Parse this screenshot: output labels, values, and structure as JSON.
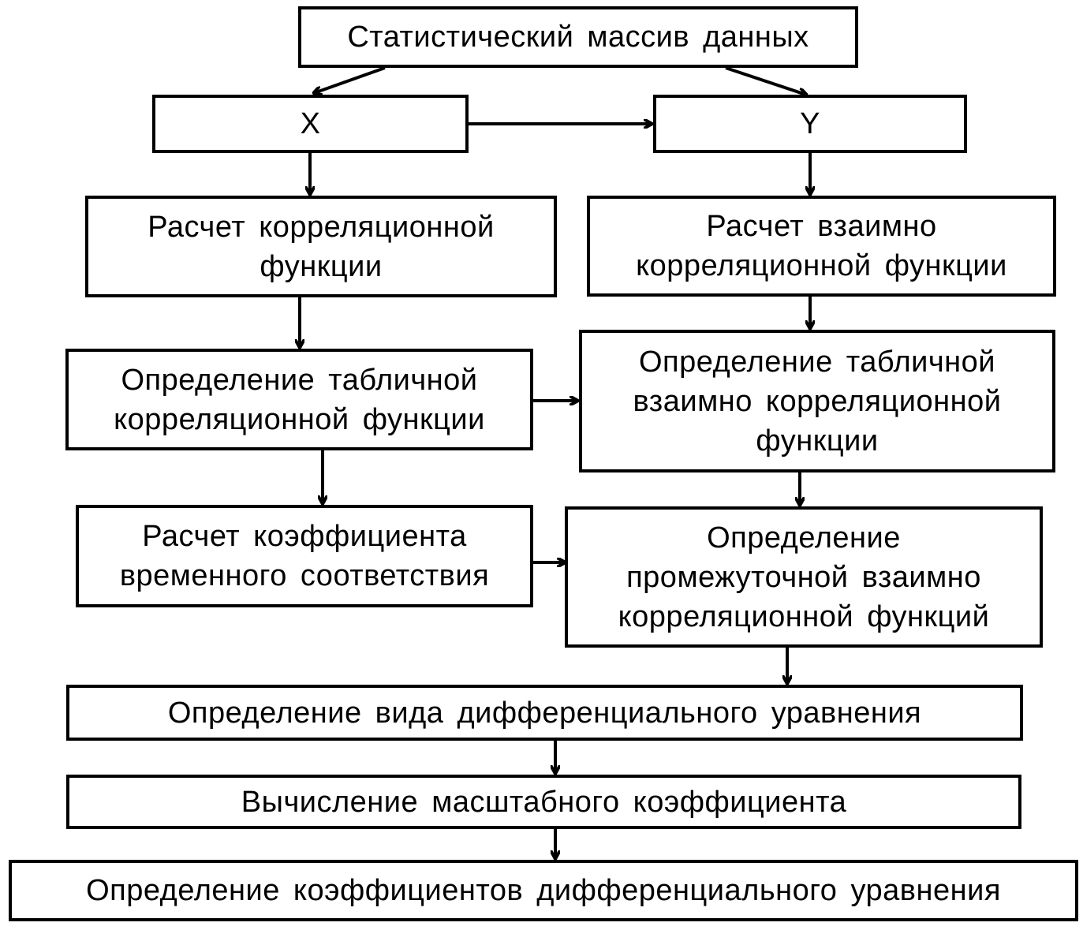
{
  "colors": {
    "stroke": "#000000",
    "background": "#ffffff",
    "text": "#000000"
  },
  "nodes": {
    "stat_array": "Статистический массив данных",
    "x": "X",
    "y": "Y",
    "calc_corr": "Расчет корреляционной\nфункции",
    "calc_cross_corr": "Расчет взаимно\nкорреляционной функции",
    "table_corr": "Определение табличной\nкорреляционной функции",
    "table_cross_corr": "Определение табличной\nвзаимно  корреляционной\nфункции",
    "time_coef": "Расчет коэффициента\nвременного соответствия",
    "intermediate_cross_corr": "Определение\nпромежуточной взаимно\nкорреляционной функций",
    "diff_eq_type": "Определение вида дифференциального уравнения",
    "scale_coef": "Вычисление масштабного коэффициента",
    "diff_eq_coefs": "Определение коэффициентов дифференциального уравнения"
  }
}
